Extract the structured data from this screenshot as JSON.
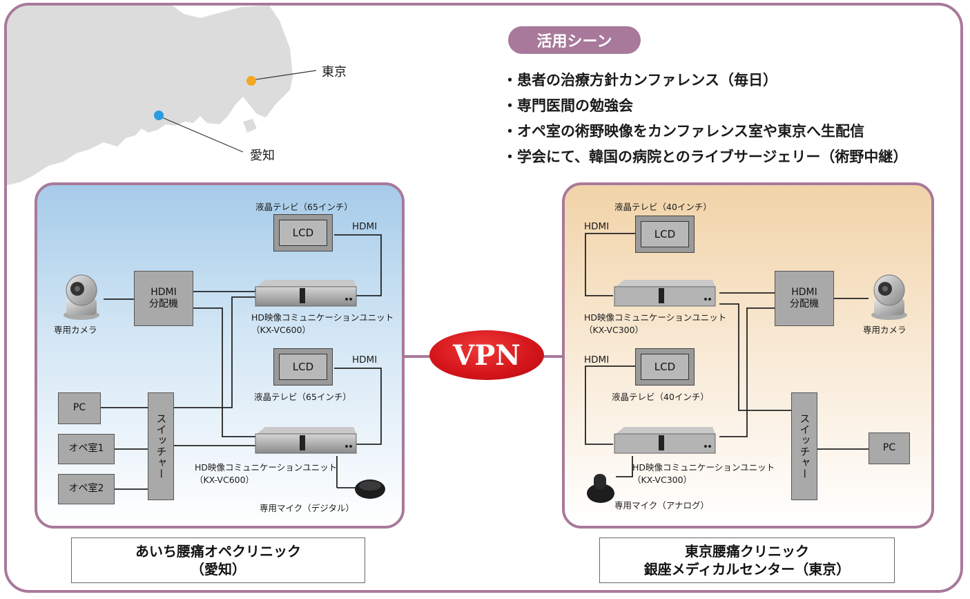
{
  "map": {
    "tokyo_label": "東京",
    "aichi_label": "愛知"
  },
  "scenes": {
    "badge": "活用シーン",
    "items": [
      "・患者の治療方針カンファレンス（毎日）",
      "・専門医間の勉強会",
      "・オペ室の術野映像をカンファレンス室や東京へ生配信",
      "・学会にて、韓国の病院とのライブサージェリー（術野中継）"
    ]
  },
  "vpn": "VPN",
  "left": {
    "tv_top_label": "液晶テレビ（65インチ）",
    "tv_bottom_label": "液晶テレビ（65インチ）",
    "lcd": "LCD",
    "hdmi": "HDMI",
    "splitter": "HDMI\n分配機",
    "camera_label": "専用カメラ",
    "unit_top_name": "HD映像コミュニケーションユニット",
    "unit_top_model": "（KX-VC600）",
    "unit_bottom_name": "HD映像コミュニケーションユニット",
    "unit_bottom_model": "（KX-VC600）",
    "pc": "PC",
    "or1": "オペ室1",
    "or2": "オペ室2",
    "switcher": "スイッチャー",
    "mic_label": "専用マイク（デジタル）",
    "caption_line1": "あいち腰痛オペクリニック",
    "caption_line2": "（愛知）"
  },
  "right": {
    "tv_top_label": "液晶テレビ（40インチ）",
    "tv_bottom_label": "液晶テレビ（40インチ）",
    "lcd": "LCD",
    "hdmi": "HDMI",
    "splitter": "HDMI\n分配機",
    "camera_label": "専用カメラ",
    "unit_top_name": "HD映像コミュニケーションユニット",
    "unit_top_model": "（KX-VC300）",
    "unit_bottom_name": "HD映像コミュニケーションユニット",
    "unit_bottom_model": "（KX-VC300）",
    "pc": "PC",
    "switcher": "スイッチャー",
    "mic_label": "専用マイク（アナログ）",
    "caption_line1": "東京腰痛クリニック",
    "caption_line2": "銀座メディカルセンター（東京）"
  },
  "colors": {
    "frame": "#a8799a",
    "tokyo_dot": "#f5a623",
    "aichi_dot": "#2a9de0",
    "vpn": "#d3141a",
    "map_land": "#dcdcdc"
  }
}
